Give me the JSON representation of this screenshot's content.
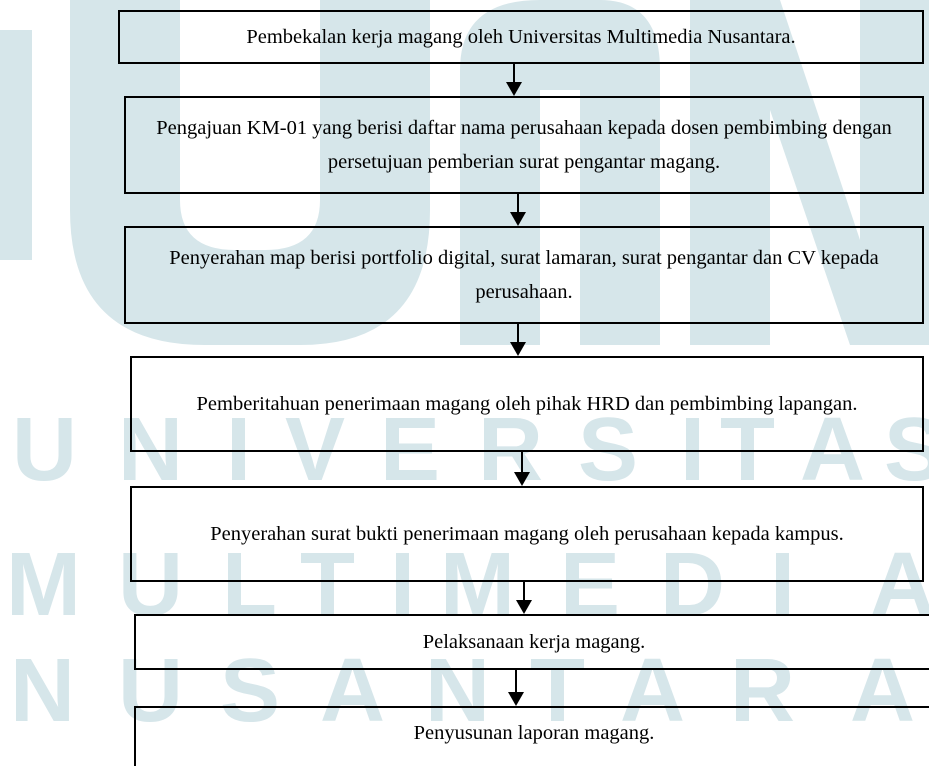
{
  "watermark": {
    "color": "#d6e6ea",
    "rows": [
      [
        "U",
        "N",
        "I",
        "V",
        "E",
        "R",
        "S",
        "I",
        "T",
        "A",
        "S"
      ],
      [
        "M",
        "U",
        "L",
        "T",
        "I",
        "M",
        "E",
        "D",
        "I",
        "A"
      ],
      [
        "N",
        "U",
        "S",
        "A",
        "N",
        "T",
        "A",
        "R",
        "A"
      ]
    ]
  },
  "flow": {
    "steps": [
      "Pembekalan kerja magang oleh Universitas Multimedia Nusantara.",
      "Pengajuan KM-01 yang berisi daftar nama perusahaan kepada dosen pembimbing dengan persetujuan pemberian surat pengantar magang.",
      "Penyerahan map berisi portfolio digital, surat lamaran, surat pengantar dan CV kepada perusahaan.",
      "Pemberitahuan penerimaan magang oleh pihak HRD dan pembimbing lapangan.",
      "Penyerahan surat bukti penerimaan magang oleh perusahaan kepada kampus.",
      "Pelaksanaan kerja magang.",
      "Penyusunan laporan magang."
    ]
  }
}
